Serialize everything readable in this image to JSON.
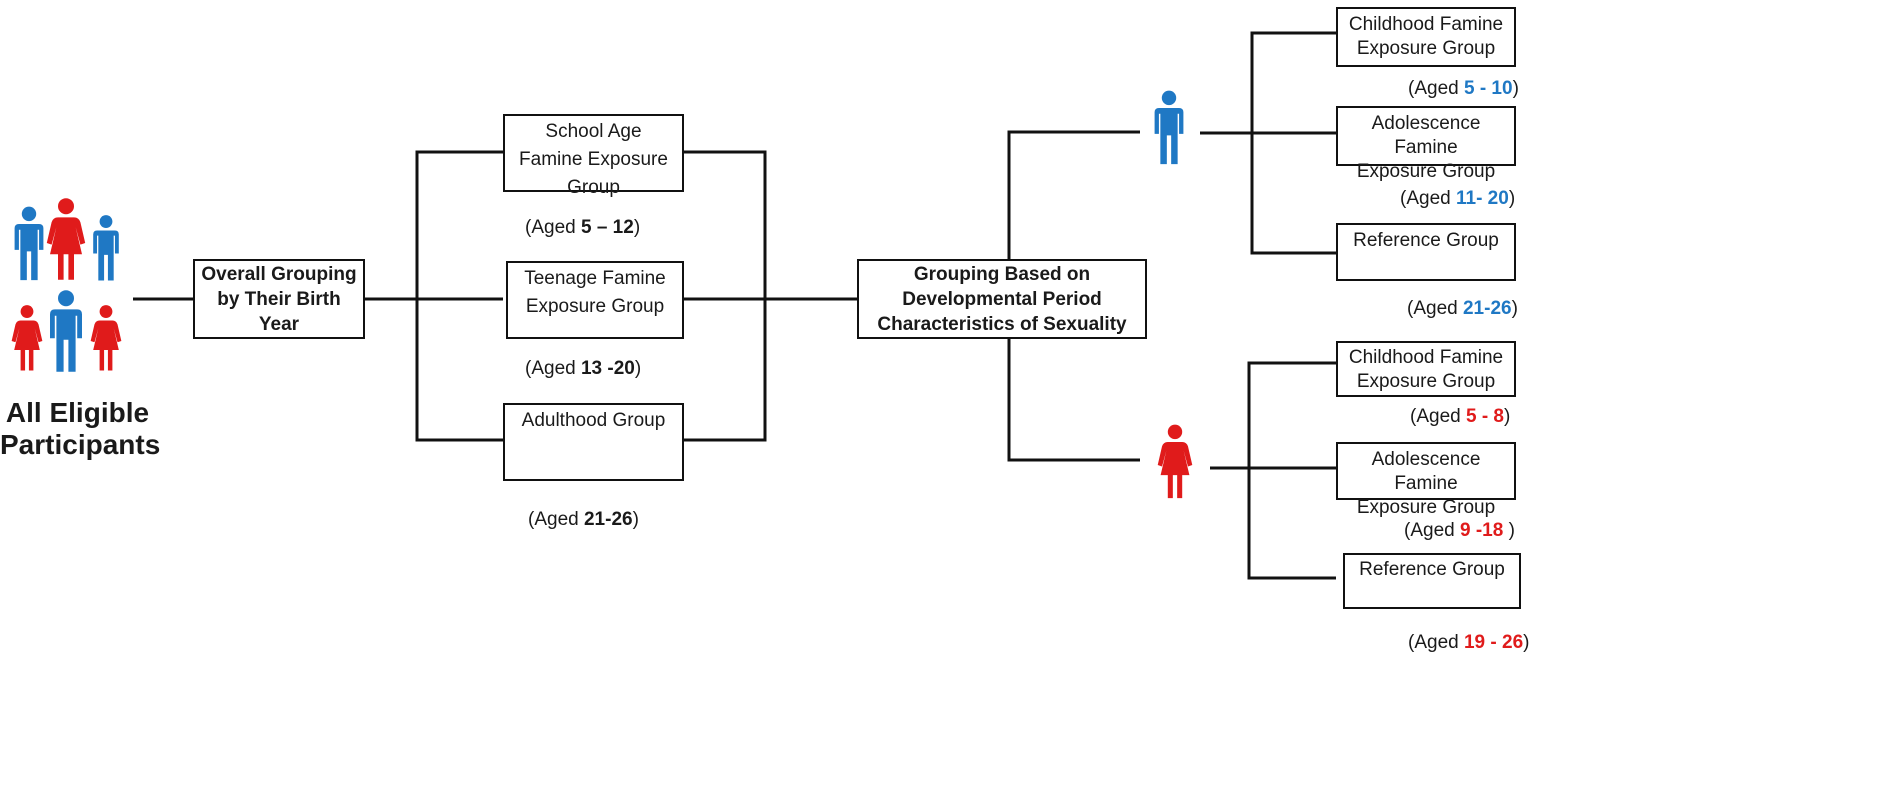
{
  "colors": {
    "male": "#1f78c4",
    "female": "#e01b1b",
    "line": "#111111"
  },
  "participants": {
    "title_line1": "All Eligible",
    "title_line2": "Participants",
    "icons": [
      "male-icon",
      "female-icon",
      "male-icon",
      "female-icon",
      "male-icon",
      "female-icon"
    ]
  },
  "overall": {
    "line1": "Overall Grouping",
    "line2": "by Their Birth",
    "line3": "Year"
  },
  "birth_groups": [
    {
      "line1": "School Age",
      "line2": "Famine Exposure",
      "line3": "Group",
      "age_prefix": "(Aged ",
      "age_value": "5 – 12",
      "age_suffix": ")"
    },
    {
      "line1": "Teenage Famine",
      "line2": "Exposure Group",
      "line3": "",
      "age_prefix": "(Aged ",
      "age_value": "13 -20",
      "age_suffix": ")"
    },
    {
      "line1": "Adulthood Group",
      "line2": "",
      "line3": "",
      "age_prefix": "(Aged ",
      "age_value": "21-26",
      "age_suffix": ")"
    }
  ],
  "developmental": {
    "line1": "Grouping Based on",
    "line2": "Developmental Period",
    "line3": "Characteristics of Sexuality"
  },
  "male_groups": [
    {
      "line1": "Childhood Famine",
      "line2": "Exposure Group",
      "age_prefix": "(Aged ",
      "age_value": "5 - 10",
      "age_suffix": ")"
    },
    {
      "line1": "Adolescence Famine",
      "line2": "Exposure Group",
      "age_prefix": "(Aged ",
      "age_value": "11- 20",
      "age_suffix": ")"
    },
    {
      "line1": "Reference Group",
      "line2": "",
      "age_prefix": "(Aged ",
      "age_value": "21-26",
      "age_suffix": ")"
    }
  ],
  "female_groups": [
    {
      "line1": "Childhood Famine",
      "line2": "Exposure Group",
      "age_prefix": "(Aged ",
      "age_value": "5 - 8",
      "age_suffix": ")"
    },
    {
      "line1": "Adolescence Famine",
      "line2": "Exposure Group",
      "age_prefix": "(Aged ",
      "age_value": "9 -18",
      "age_suffix": " )"
    },
    {
      "line1": "Reference Group",
      "line2": "",
      "age_prefix": "(Aged ",
      "age_value": "19 - 26",
      "age_suffix": ")"
    }
  ]
}
